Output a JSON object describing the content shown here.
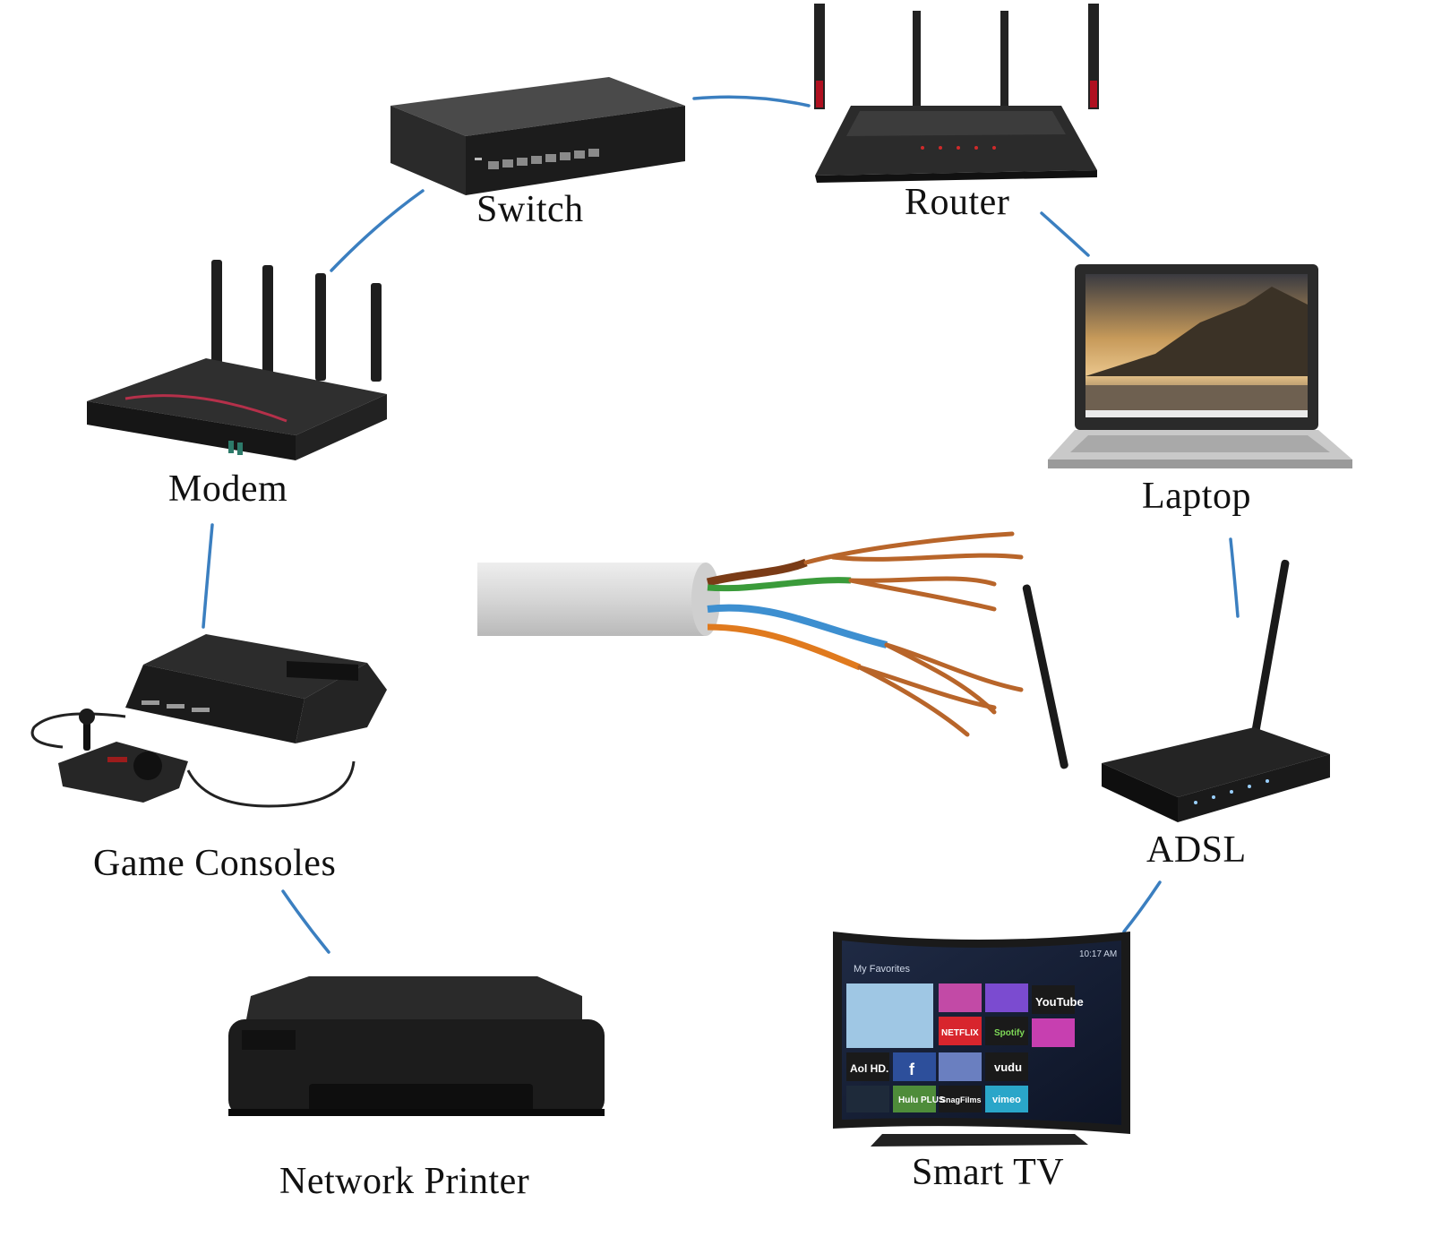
{
  "nodes": {
    "switch": "Switch",
    "router": "Router",
    "modem": "Modem",
    "laptop": "Laptop",
    "game_consoles": "Game Consoles",
    "adsl": "ADSL",
    "network_printer": "Network Printer",
    "smart_tv": "Smart TV"
  },
  "tv_screen": {
    "header": "My Favorites",
    "clock": "10:17 AM",
    "apps": [
      "YouTube",
      "NETFLIX",
      "Spotify",
      "Aol HD.",
      "f",
      "vudu",
      "Hulu PLUS",
      "SnagFilms",
      "vimeo"
    ]
  },
  "colors": {
    "connector": "#3b7fc0",
    "cable_jacket": "#d9d9d9",
    "copper": "#b8652a"
  },
  "icons": [
    "switch-icon",
    "router-icon",
    "modem-icon",
    "laptop-icon",
    "game-console-icon",
    "adsl-router-icon",
    "printer-icon",
    "smart-tv-icon",
    "utp-cable-icon"
  ]
}
